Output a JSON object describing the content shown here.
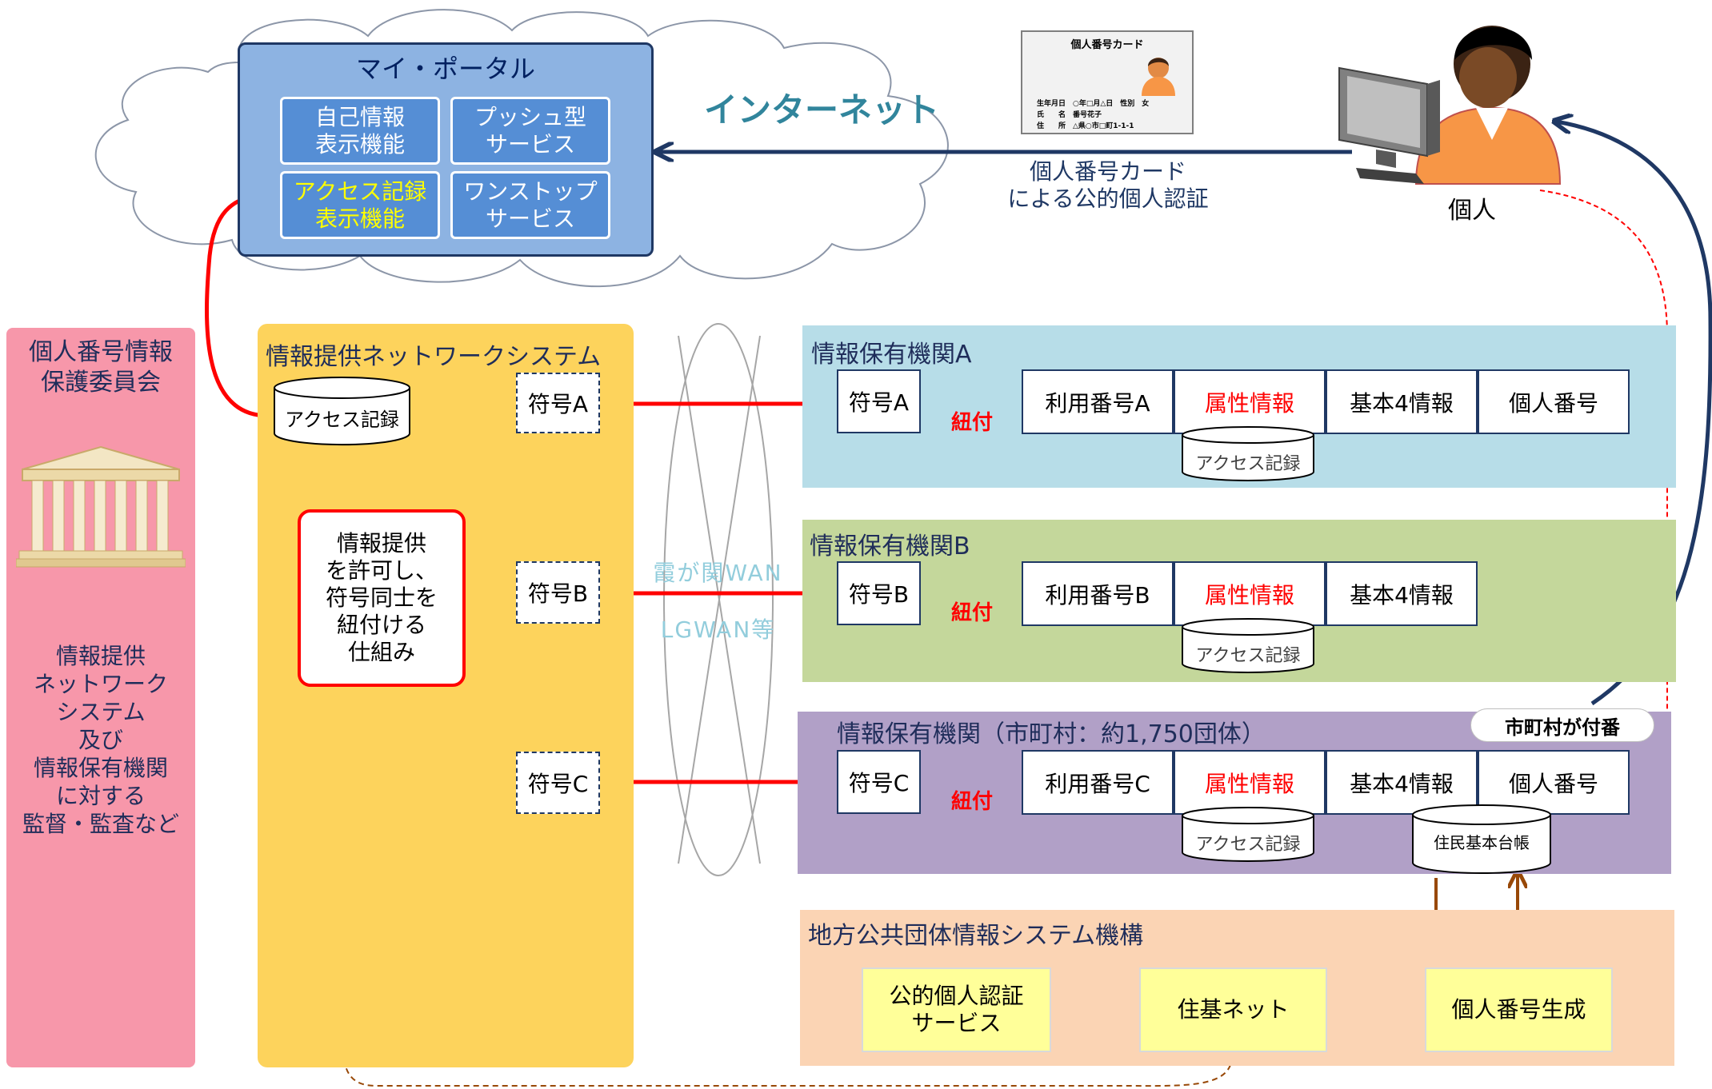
{
  "cloud": {
    "internet_label": "インターネット",
    "auth_label": "個人番号カード\nによる公的個人認証"
  },
  "portal": {
    "title": "マイ・ポータル",
    "functions": [
      {
        "label": "自己情報\n表示機能"
      },
      {
        "label": "プッシュ型\nサービス"
      },
      {
        "label": "アクセス記録\n表示機能"
      },
      {
        "label": "ワンストップ\nサービス"
      }
    ]
  },
  "card": {
    "title": "個人番号カード",
    "line1": "生年月日　○年□月△日　性別　女",
    "line2": "氏　　名　番号花子",
    "line3": "住　　所　△県○市□町1-1-1"
  },
  "person": {
    "label": "個人"
  },
  "committee": {
    "title": "個人番号情報\n保護委員会",
    "description": "情報提供\nネットワーク\nシステム\n及び\n情報保有機関\nに対する\n監督・監査など"
  },
  "network_system": {
    "title": "情報提供ネットワークシステム",
    "access_log": "アクセス記録",
    "mechanism": "情報提供\nを許可し、\n符号同士を\n紐付ける\n仕組み",
    "codes": [
      "符号A",
      "符号B",
      "符号C"
    ]
  },
  "wan": {
    "line1": "霞が関WAN",
    "line2": "LGWAN等"
  },
  "orgs": [
    {
      "title": "情報保有機関A",
      "code": "符号A",
      "link": "紐付",
      "cells": [
        "利用番号A",
        "属性情報",
        "基本4情報",
        "個人番号"
      ],
      "db": "アクセス記録"
    },
    {
      "title": "情報保有機関B",
      "code": "符号B",
      "link": "紐付",
      "cells": [
        "利用番号B",
        "属性情報",
        "基本4情報"
      ],
      "db": "アクセス記録"
    },
    {
      "title": "情報保有機関（市町村：約1,750団体）",
      "code": "符号C",
      "link": "紐付",
      "cells": [
        "利用番号C",
        "属性情報",
        "基本4情報",
        "個人番号"
      ],
      "db": "アクセス記録",
      "db2": "住民基本台帳",
      "badge": "市町村が付番"
    }
  ],
  "jlis": {
    "title": "地方公共団体情報システム機構",
    "boxes": [
      "公的個人認証\nサービス",
      "住基ネット",
      "個人番号生成"
    ]
  },
  "colors": {
    "committee_bg": "#f797aa",
    "network_bg": "#fdd35c",
    "org_a_bg": "#b7dde8",
    "org_b_bg": "#c4d79b",
    "org_c_bg": "#b1a0c7",
    "jlis_bg": "#fbd4b4",
    "portal_bg": "#8db3e2",
    "function_bg": "#558ed5",
    "red_arrow": "#ff0000",
    "navy_arrow": "#1f3864",
    "brown_arrow": "#984807"
  }
}
